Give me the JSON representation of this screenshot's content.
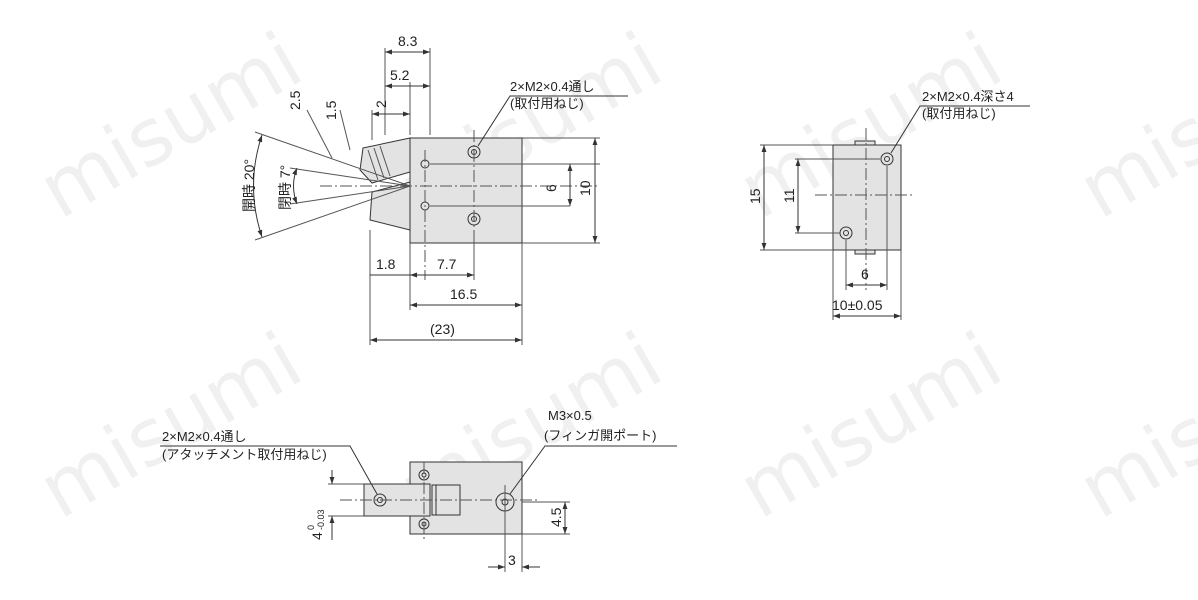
{
  "watermark": {
    "text": "misumi",
    "color": "#000000"
  },
  "colors": {
    "body_fill": "#e3e3e3",
    "line": "#333333",
    "thin": "#555555"
  },
  "top_view": {
    "dims": {
      "d8_3": "8.3",
      "d5_2": "5.2",
      "d2": "2",
      "d2_5": "2.5",
      "d1_5": "1.5",
      "open_angle": "開時 20°",
      "close_angle": "閉時 7°",
      "d6": "6",
      "d10": "10",
      "d1_8": "1.8",
      "d7_7": "7.7",
      "d16_5": "16.5",
      "d23": "(23)"
    },
    "note_line1": "2×M2×0.4通し",
    "note_line2": "(取付用ねじ)"
  },
  "side_view": {
    "dims": {
      "d15": "15",
      "d11": "11",
      "d6": "6",
      "d10": "10±0.05"
    },
    "note_line1": "2×M2×0.4深さ4",
    "note_line2": "(取付用ねじ)"
  },
  "bottom_view": {
    "dims": {
      "d4_5": "4.5",
      "d3": "3",
      "tol": "4 -0.03"
    },
    "tol_base": "4",
    "tol_upper": "0",
    "tol_lower": "-0.03",
    "note_left_line1": "2×M2×0.4通し",
    "note_left_line2": "(アタッチメント取付用ねじ)",
    "note_right_line1": "M3×0.5",
    "note_right_line2": "(フィンガ開ポート)"
  }
}
